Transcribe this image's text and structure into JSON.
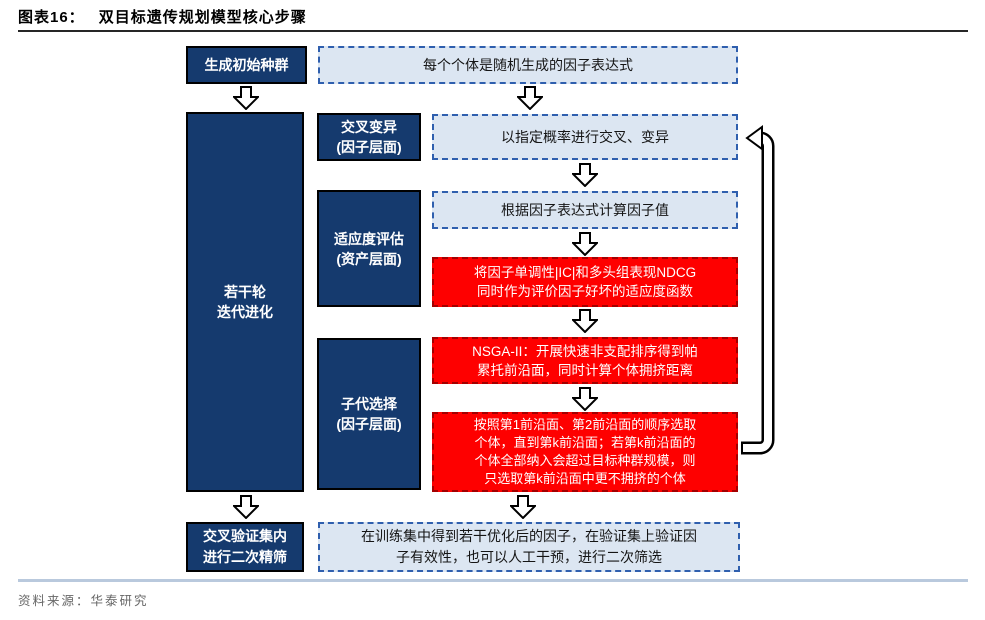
{
  "header": {
    "tag": "图表16：",
    "title": "双目标遗传规划模型核心步骤"
  },
  "footer": {
    "source": "资料来源：华泰研究"
  },
  "flow": {
    "init": {
      "label": "生成初始种群",
      "note": "每个个体是随机生成的因子表达式"
    },
    "loop_label": "若干轮\n迭代进化",
    "stages": [
      {
        "label": "交叉变异\n(因子层面)"
      },
      {
        "label": "适应度评估\n(资产层面)"
      },
      {
        "label": "子代选择\n(因子层面)"
      }
    ],
    "steps": [
      {
        "type": "note",
        "text": "以指定概率进行交叉、变异"
      },
      {
        "type": "note",
        "text": "根据因子表达式计算因子值"
      },
      {
        "type": "highlight",
        "text": "将因子单调性|IC|和多头组表现NDCG\n同时作为评价因子好坏的适应度函数"
      },
      {
        "type": "highlight",
        "text": "NSGA-II：开展快速非支配排序得到帕\n累托前沿面，同时计算个体拥挤距离"
      },
      {
        "type": "highlight",
        "text": "按照第1前沿面、第2前沿面的顺序选取\n个体，直到第k前沿面；若第k前沿面的\n个体全部纳入会超过目标种群规模，则\n只选取第k前沿面中更不拥挤的个体"
      }
    ],
    "final": {
      "label": "交叉验证集内\n进行二次精筛",
      "note": "在训练集中得到若干优化后的因子，在验证集上验证因\n子有效性，也可以人工干预，进行二次筛选"
    }
  },
  "icons": {
    "down_arrow": "hollow-down-arrow",
    "loop_back": "loop-back-arrow"
  },
  "colors": {
    "dark_box_fill": "#153a6e",
    "dark_box_border": "#000000",
    "note_fill": "#dce6f2",
    "note_border": "#2f5fae",
    "highlight_fill": "#fe0000",
    "highlight_border": "#a40000",
    "box_text_light": "#ffffff",
    "title_rule": "#262626",
    "footer_rule": "#b9c9dd",
    "source_text": "#666666"
  }
}
